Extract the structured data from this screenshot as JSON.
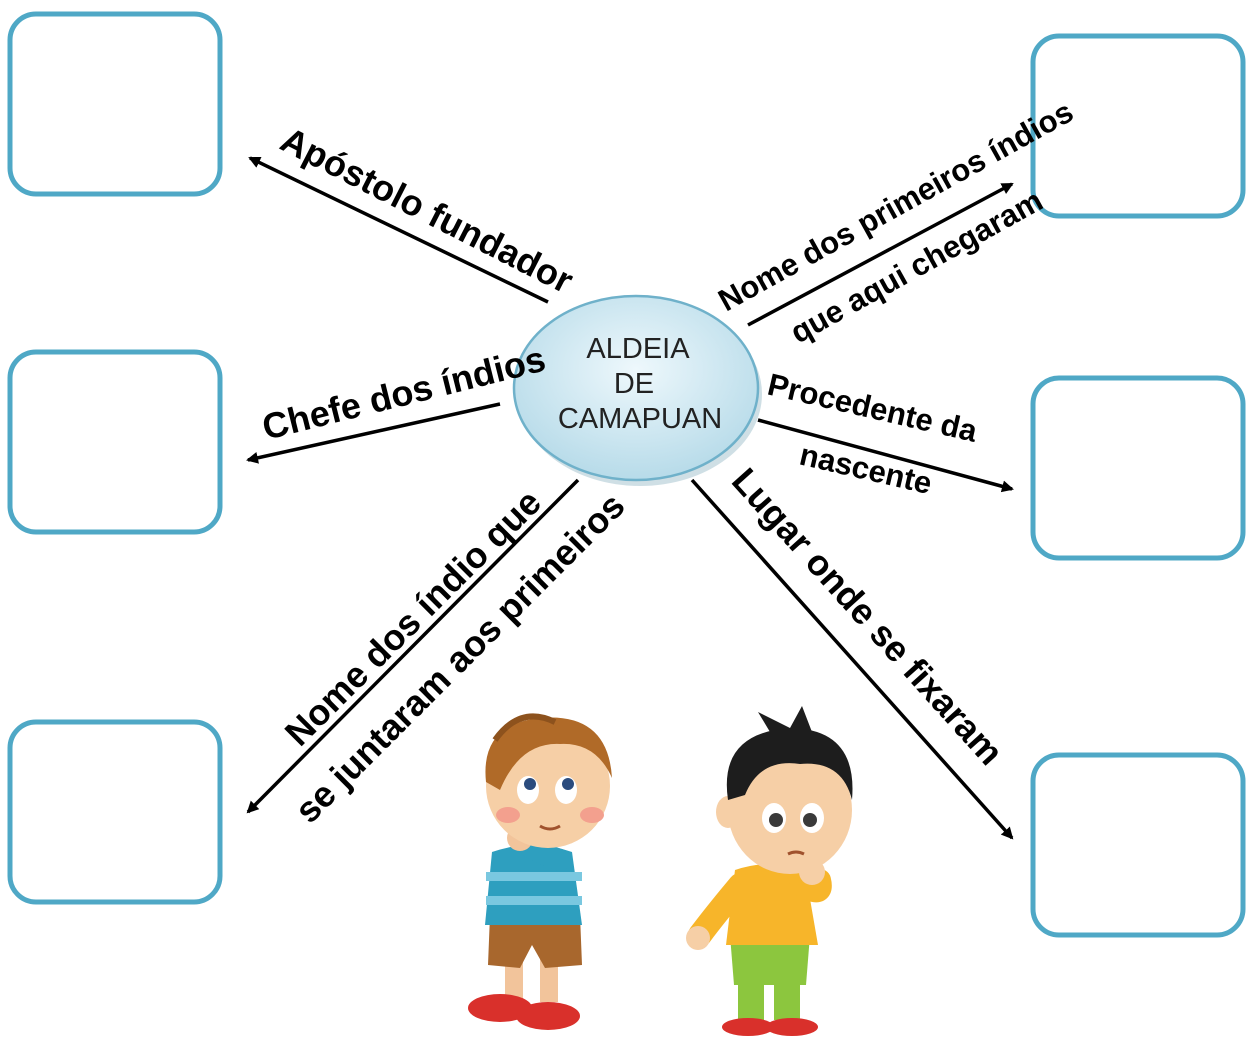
{
  "center": {
    "line1": "ALDEIA",
    "line2": "DE",
    "line3": "CAMAPUAN"
  },
  "labels": {
    "apostolo": "Apóstolo fundador",
    "chefe": "Chefe dos índios",
    "nome_indio_1": "Nome dos índio que",
    "nome_indio_2": "se juntaram aos primeiros",
    "primeiros_1": "Nome dos primeiros índios",
    "primeiros_2": "que aqui chegaram",
    "procedente_1": "Procedente da",
    "procedente_2": "nascente",
    "lugar": "Lugar onde se fixaram"
  },
  "colors": {
    "box_border": "#4fa8c6",
    "ellipse_fill": "#c9e4ef",
    "ellipse_border": "#6fb1ca"
  }
}
